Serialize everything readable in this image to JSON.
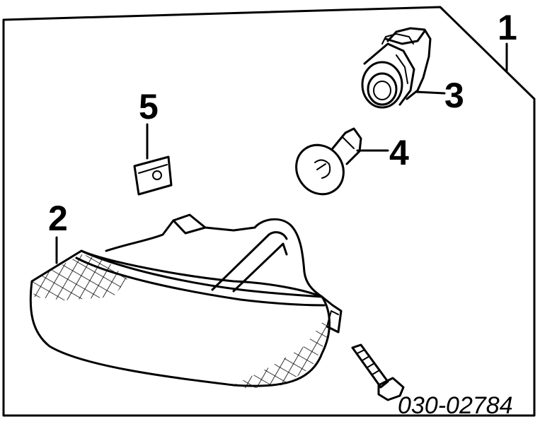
{
  "diagram": {
    "callouts": [
      {
        "id": "1",
        "label": "1"
      },
      {
        "id": "2",
        "label": "2"
      },
      {
        "id": "3",
        "label": "3"
      },
      {
        "id": "4",
        "label": "4"
      },
      {
        "id": "5",
        "label": "5"
      }
    ],
    "part_number": "030-02784",
    "colors": {
      "ink": "#000000",
      "background": "#ffffff"
    }
  }
}
